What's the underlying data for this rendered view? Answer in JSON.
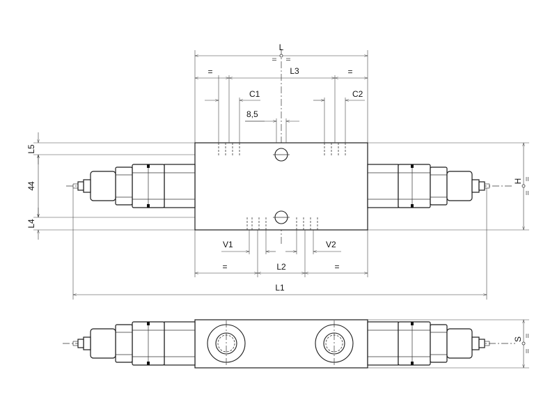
{
  "labels": {
    "L": "L",
    "L1": "L1",
    "L2": "L2",
    "L3": "L3",
    "L4": "L4",
    "L5": "L5",
    "H": "H",
    "S": "S",
    "C1": "C1",
    "C2": "C2",
    "V1": "V1",
    "V2": "V2",
    "dim_44": "44",
    "dim_8_5": "8,5",
    "equal": "="
  }
}
